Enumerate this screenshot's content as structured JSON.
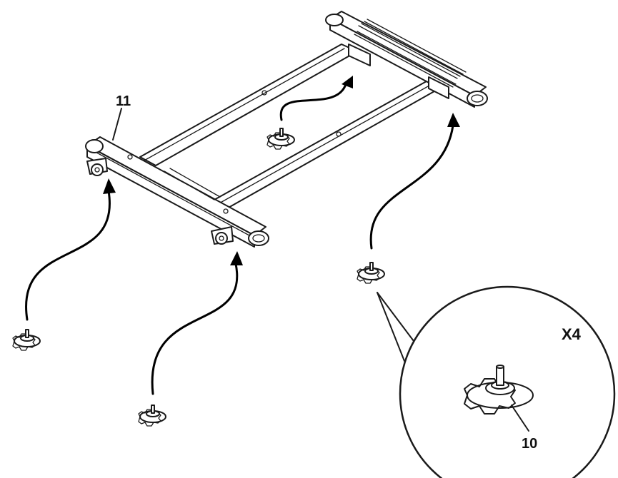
{
  "labels": {
    "frame_part": "11",
    "foot_part": "10",
    "quantity": "X4"
  },
  "colors": {
    "line": "#1a1a1a",
    "background": "#ffffff"
  },
  "icons": [
    "leveling-foot-icon",
    "arrow-icon"
  ]
}
